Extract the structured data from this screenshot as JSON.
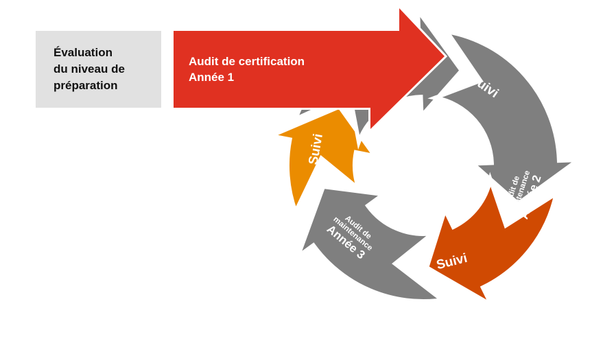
{
  "preparation_box": {
    "line1": "Évaluation",
    "line2": "du niveau de",
    "line3": "préparation"
  },
  "certification_arrow": {
    "line1": "Audit de certification",
    "line2": "Année 1"
  },
  "followup_1": "Suivi",
  "maintenance_2": {
    "line1": "Audit de",
    "line2": "maintenance",
    "line3": "Année 2"
  },
  "followup_2": "Suivi",
  "maintenance_3": {
    "line1": "Audit de",
    "line2": "maintenance",
    "line3": "Année 3"
  },
  "followup_3": "Suivi",
  "colors": {
    "red": "#e03121",
    "gray": "#7f7f7f",
    "dark_orange": "#d04a02",
    "orange": "#eb8c00",
    "box": "#e1e1e1"
  }
}
